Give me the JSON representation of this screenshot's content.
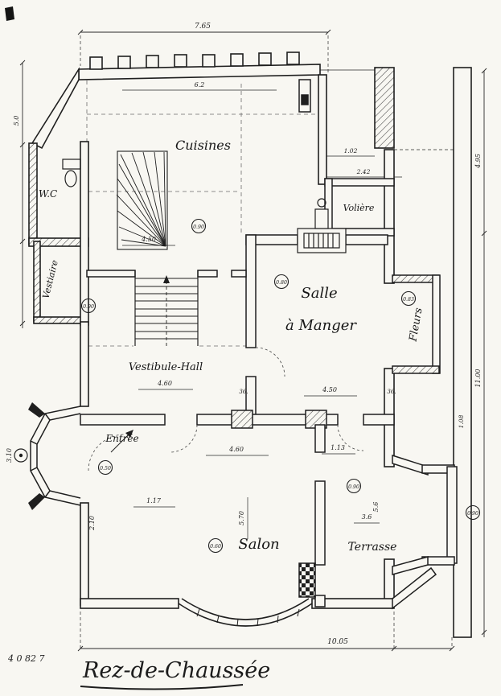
{
  "title": "Rez-de-Chaussée",
  "note": "4 0 82 7",
  "rooms": {
    "cuisines": "Cuisines",
    "wc": "W.C",
    "vestiaire": "Vestiaire",
    "voliere": "Volière",
    "salle_line1": "Salle",
    "salle_line2": "à Manger",
    "fleurs": "Fleurs",
    "vestibule": "Vestibule-Hall",
    "entree": "Entrée",
    "salon": "Salon",
    "terrasse": "Terrasse"
  },
  "dims": {
    "top_overall": "7.65",
    "top_inner": "6.2",
    "voliere_w1": "1.02",
    "voliere_w2": "2.42",
    "right_v1": "4.95",
    "right_v2": "11.00",
    "right_v3": "1.08",
    "cuisines_w": "4.50",
    "salle_w": "4.50",
    "vestibule_w": "4.60",
    "door_a": "36.",
    "door_b": "36.",
    "salon_top": "4.60",
    "terrasse_top": "1.13",
    "salon_inner": "1.17",
    "salon_h": "5.70",
    "entry_h": "2.10",
    "porch_h": "3.10",
    "terrasse_w": "3.6",
    "terrasse_h": "5.6",
    "left_v1": "5.0",
    "bottom_overall": "10.05"
  },
  "markers": {
    "cuisines": "0.90",
    "hall": "0.90",
    "salle": "0.80",
    "fleurs": "0.83",
    "entree": "0.50",
    "terrasse": "0.90",
    "salon": "0.60",
    "right_edge": "0.90"
  }
}
